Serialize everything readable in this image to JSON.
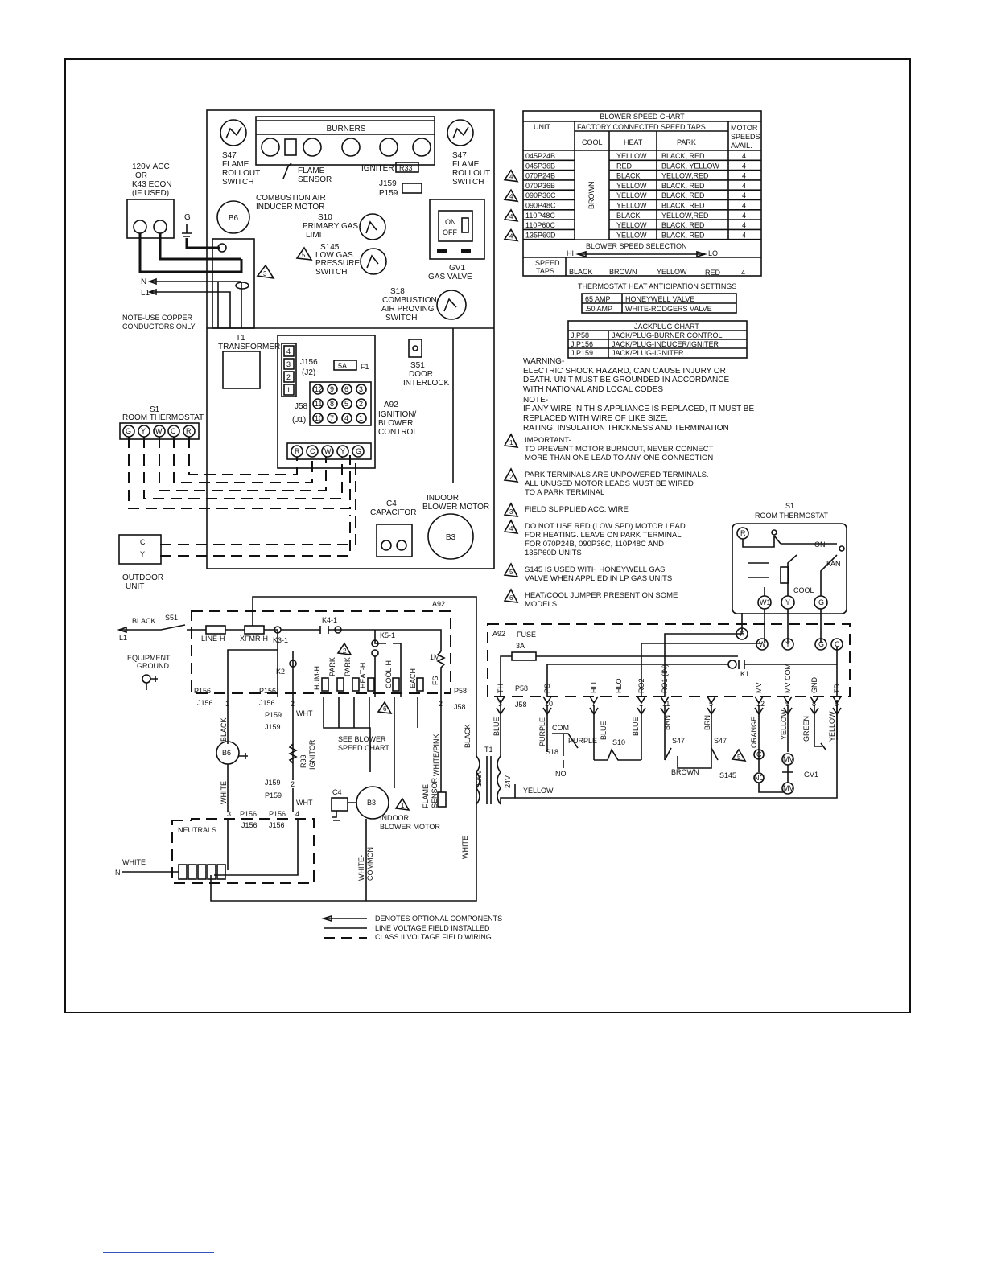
{
  "panel": {
    "burners": "BURNERS",
    "s47_left": [
      "S47",
      "FLAME",
      "ROLLOUT",
      "SWITCH"
    ],
    "s47_right": [
      "S47",
      "FLAME",
      "ROLLOUT",
      "SWITCH"
    ],
    "flame_sensor": [
      "FLAME",
      "SENSOR"
    ],
    "igniter": "IGNITER",
    "r33": "R33",
    "j159": "J159",
    "p159": "P159",
    "power_source": [
      "120V ACC",
      "OR",
      "K43 ECON",
      "(IF USED)"
    ],
    "g": "G",
    "combustion_motor": [
      "COMBUSTION AIR",
      "INDUCER MOTOR"
    ],
    "b6": "B6",
    "s10": [
      "S10",
      "PRIMARY GAS",
      "LIMIT"
    ],
    "s145": [
      "S145",
      "LOW GAS",
      "PRESSURE",
      "SWITCH"
    ],
    "on": "ON",
    "off": "OFF",
    "gv1": [
      "GV1",
      "GAS VALVE"
    ],
    "s18": [
      "S18",
      "COMBUSTION",
      "AIR PROVING",
      "SWITCH"
    ],
    "n": "N",
    "l1": "L1",
    "note_copper": [
      "NOTE-USE COPPER",
      "CONDUCTORS ONLY"
    ],
    "t1": [
      "T1",
      "TRANSFORMER"
    ],
    "j156": [
      "J156",
      "(J2)"
    ],
    "fuse_5a": "5A",
    "f1": "F1",
    "j58": [
      "J58",
      "(J1)"
    ],
    "s51": [
      "S51",
      "DOOR",
      "INTERLOCK"
    ],
    "a92": [
      "A92",
      "IGNITION/",
      "BLOWER",
      "CONTROL"
    ],
    "j156_pins": [
      "4",
      "3",
      "2",
      "1"
    ],
    "j58_pins": [
      "12",
      "9",
      "6",
      "3",
      "11",
      "8",
      "5",
      "2",
      "10",
      "7",
      "4",
      "1"
    ],
    "terminal_block": [
      "R",
      "C",
      "W",
      "Y",
      "G"
    ],
    "s1": [
      "S1",
      "ROOM THERMOSTAT"
    ],
    "thermostat_terms": [
      "G",
      "Y",
      "W",
      "C",
      "R"
    ],
    "c4": [
      "C4",
      "CAPACITOR"
    ],
    "indoor_motor": [
      "INDOOR",
      "BLOWER MOTOR"
    ],
    "b3": "B3",
    "outdoor_terms": [
      "C",
      "Y"
    ],
    "outdoor": [
      "OUTDOOR",
      "UNIT"
    ]
  },
  "blower_chart": {
    "title": "BLOWER SPEED CHART",
    "col_unit": "UNIT",
    "col_taps": "FACTORY CONNECTED SPEED TAPS",
    "col_motor": [
      "MOTOR",
      "SPEEDS",
      "AVAIL."
    ],
    "col_cool": "COOL",
    "col_heat": "HEAT",
    "col_park": "PARK",
    "cool_value": "BROWN",
    "rows": [
      {
        "unit": "045P24B",
        "heat": "YELLOW",
        "park": "BLACK, RED",
        "speeds": "4",
        "flag": ""
      },
      {
        "unit": "045P36B",
        "heat": "RED",
        "park": "BLACK, YELLOW",
        "speeds": "4",
        "flag": ""
      },
      {
        "unit": "070P24B",
        "heat": "BLACK",
        "park": "YELLOW,RED",
        "speeds": "4",
        "flag": "4"
      },
      {
        "unit": "070P36B",
        "heat": "YELLOW",
        "park": "BLACK, RED",
        "speeds": "4",
        "flag": ""
      },
      {
        "unit": "090P36C",
        "heat": "YELLOW",
        "park": "BLACK, RED",
        "speeds": "4",
        "flag": "4"
      },
      {
        "unit": "090P48C",
        "heat": "YELLOW",
        "park": "BLACK, RED",
        "speeds": "4",
        "flag": ""
      },
      {
        "unit": "110P48C",
        "heat": "BLACK",
        "park": "YELLOW,RED",
        "speeds": "4",
        "flag": "4"
      },
      {
        "unit": "110P60C",
        "heat": "YELLOW",
        "park": "BLACK, RED",
        "speeds": "4",
        "flag": ""
      },
      {
        "unit": "135P60D",
        "heat": "YELLOW",
        "park": "BLACK, RED",
        "speeds": "4",
        "flag": "4"
      }
    ],
    "selection_title": "BLOWER SPEED SELECTION",
    "hi": "HI",
    "lo": "LO",
    "speed_taps": [
      "SPEED",
      "TAPS"
    ],
    "taps": [
      "BLACK",
      "BROWN",
      "YELLOW",
      "RED",
      "4"
    ]
  },
  "anticipation": {
    "title": "THERMOSTAT HEAT ANTICIPATION SETTINGS",
    "rows": [
      [
        "65 AMP",
        "HONEYWELL VALVE"
      ],
      [
        ".50 AMP",
        "WHITE-RODGERS VALVE"
      ]
    ]
  },
  "jackplug": {
    "title": "JACKPLUG CHART",
    "rows": [
      [
        "J,P58",
        "JACK/PLUG-BURNER CONTROL"
      ],
      [
        "J,P156",
        "JACK/PLUG-INDUCER/IGNITER"
      ],
      [
        "J,P159",
        "JACK/PLUG-IGNITER"
      ]
    ]
  },
  "warning": [
    "WARNING-",
    "ELECTRIC SHOCK HAZARD, CAN CAUSE INJURY OR",
    "DEATH. UNIT MUST BE GROUNDED IN ACCORDANCE",
    "WITH NATIONAL AND LOCAL CODES"
  ],
  "note": [
    "NOTE-",
    "IF ANY WIRE IN THIS APPLIANCE IS REPLACED, IT MUST BE",
    "REPLACED WITH WIRE OF LIKE SIZE,",
    "RATING, INSULATION THICKNESS AND TERMINATION"
  ],
  "notes": [
    {
      "num": "1",
      "lines": [
        "IMPORTANT-",
        "TO PREVENT MOTOR BURNOUT, NEVER CONNECT",
        "MORE THAN ONE LEAD TO ANY ONE CONNECTION"
      ]
    },
    {
      "num": "2",
      "lines": [
        "PARK TERMINALS ARE UNPOWERED TERMINALS.",
        "ALL UNUSED MOTOR LEADS MUST BE WIRED",
        "TO A PARK TERMINAL"
      ]
    },
    {
      "num": "3",
      "lines": [
        "FIELD SUPPLIED ACC. WIRE"
      ]
    },
    {
      "num": "4",
      "lines": [
        "DO NOT USE RED (LOW SPD) MOTOR LEAD",
        "FOR HEATING. LEAVE ON PARK TERMINAL",
        "FOR 070P24B, 090P36C, 110P48C AND",
        "135P60D UNITS"
      ]
    },
    {
      "num": "5",
      "lines": [
        "S145 IS USED WITH HONEYWELL GAS",
        "VALVE WHEN APPLIED IN LP GAS UNITS"
      ]
    },
    {
      "num": "6",
      "lines": [
        "HEAT/COOL JUMPER PRESENT ON SOME",
        "MODELS"
      ]
    }
  ],
  "s1_right": {
    "title": [
      "S1",
      "ROOM THERMOSTAT"
    ],
    "on": "ON",
    "fan": "FAN",
    "cool": "COOL",
    "terms": [
      "R",
      "W1",
      "Y",
      "G"
    ]
  },
  "schematic": {
    "black": "BLACK",
    "s51": "S51",
    "l1": "L1",
    "a92": "A92",
    "line_h": "LINE-H",
    "xfmr_h": "XFMR-H",
    "k4_1": "K4-1",
    "k3_1": "K3-1",
    "k5_1": "K5-1",
    "k2": "K2",
    "equip_ground": [
      "EQUIPMENT",
      "GROUND"
    ],
    "terms": [
      "HUM-H",
      "PARK",
      "PARK",
      "HEAT-H",
      "COOL-H",
      "EACH",
      "FS"
    ],
    "one_m": "1M",
    "p156": "P156",
    "j156": "J156",
    "p58": "P58",
    "j58": "J58",
    "wht": "WHT",
    "p159": "P159",
    "j159": "J159",
    "r33_ignitor": [
      "R33",
      "IGNITOR"
    ],
    "b6": "B6",
    "see_blower": [
      "SEE BLOWER",
      "SPEED CHART"
    ],
    "c4": "C4",
    "b3": "B3",
    "indoor_motor": [
      "INDOOR",
      "BLOWER MOTOR"
    ],
    "flame_sensor": [
      "FLAME",
      "SENSOR"
    ],
    "white_pink": "WHITE/PINK",
    "neutrals": "NEUTRALS",
    "white": "WHITE",
    "n": "N",
    "white_common": [
      "WHITE-",
      "COMMON"
    ],
    "t1": "T1",
    "v120": "120V",
    "v24": "24V",
    "yellow": "YELLOW",
    "blue": "BLUE",
    "fuse": "FUSE",
    "amp3": "3A",
    "k1": "K1",
    "low_terms": [
      "TH",
      "PS",
      "HLI",
      "HLO",
      "RO2",
      "RO1 (IN)",
      "MV",
      "MV COM",
      "GND",
      "TR"
    ],
    "pins": [
      "3",
      "10",
      "7",
      "1",
      "11",
      "5",
      "12",
      "9",
      "8",
      "6"
    ],
    "purple": "PURPLE",
    "com": "COM",
    "no": "NO",
    "s18": "S18",
    "s10": "S10",
    "brn": "BRN",
    "s47": "S47",
    "brown": "BROWN",
    "s145": "S145",
    "orange": "ORANGE",
    "green": "GREEN",
    "gv1": "GV1",
    "mv": "MV",
    "c": "C",
    "nc": "NC",
    "stat_terms": [
      "R",
      "W",
      "Y",
      "G",
      "C"
    ],
    "wire_white": "WHITE",
    "wire_black": "BLACK"
  },
  "legend": [
    "DENOTES OPTIONAL COMPONENTS",
    "LINE VOLTAGE FIELD INSTALLED",
    "CLASS II VOLTAGE FIELD WIRING"
  ]
}
